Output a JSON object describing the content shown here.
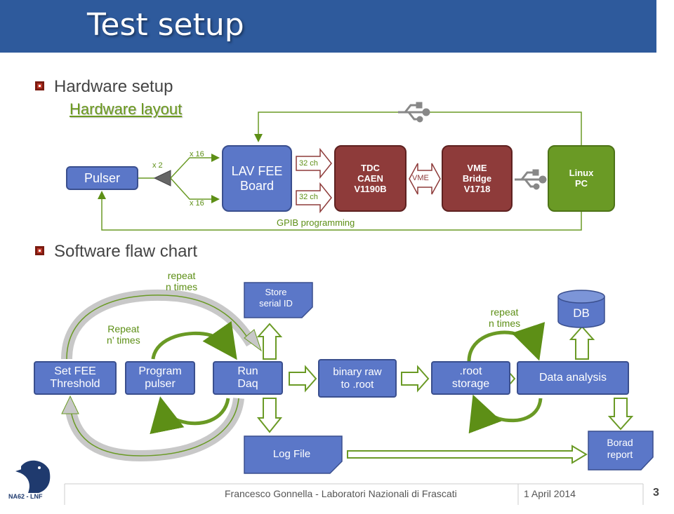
{
  "title": "Test setup",
  "bullets": {
    "hardware": "Hardware setup",
    "hardware_layout": "Hardware layout",
    "software": "Software flaw chart"
  },
  "hardware": {
    "pulser": "Pulser",
    "x2": "x 2",
    "x16_top": "x 16",
    "x16_bottom": "x 16",
    "lav_fee_l1": "LAV FEE",
    "lav_fee_l2": "Board",
    "ch_top": "32 ch",
    "ch_bottom": "32 ch",
    "tdc_l1": "TDC",
    "tdc_l2": "CAEN",
    "tdc_l3": "V1190B",
    "vme_link": "VME",
    "bridge_l1": "VME",
    "bridge_l2": "Bridge",
    "bridge_l3": "V1718",
    "pc_l1": "Linux",
    "pc_l2": "PC",
    "gpib": "GPIB programming"
  },
  "software": {
    "set_fee_l1": "Set FEE",
    "set_fee_l2": "Threshold",
    "program_l1": "Program",
    "program_l2": "pulser",
    "run_l1": "Run",
    "run_l2": "Daq",
    "binary_l1": "binary raw",
    "binary_l2": "to .root",
    "root_l1": ".root",
    "root_l2": "storage",
    "analysis": "Data analysis",
    "db": "DB",
    "store_l1": "Store",
    "store_l2": "serial ID",
    "log": "Log File",
    "report_l1": "Borad",
    "report_l2": "report",
    "repeat1_l1": "repeat",
    "repeat1_l2": "n times",
    "repeat2_l1": "Repeat",
    "repeat2_l2": "n’ times",
    "repeat3_l1": "repeat",
    "repeat3_l2": "n times"
  },
  "footer": {
    "author": "Francesco Gonnella - Laboratori Nazionali di Frascati",
    "date": "1 April 2014",
    "page": "3",
    "logo_text": "NA62 - LNF"
  },
  "colors": {
    "title_bar": "#2E5A9C",
    "accent_green": "#6A9A25",
    "box_blue": "#5B77C8",
    "box_red": "#8E3B3A"
  }
}
